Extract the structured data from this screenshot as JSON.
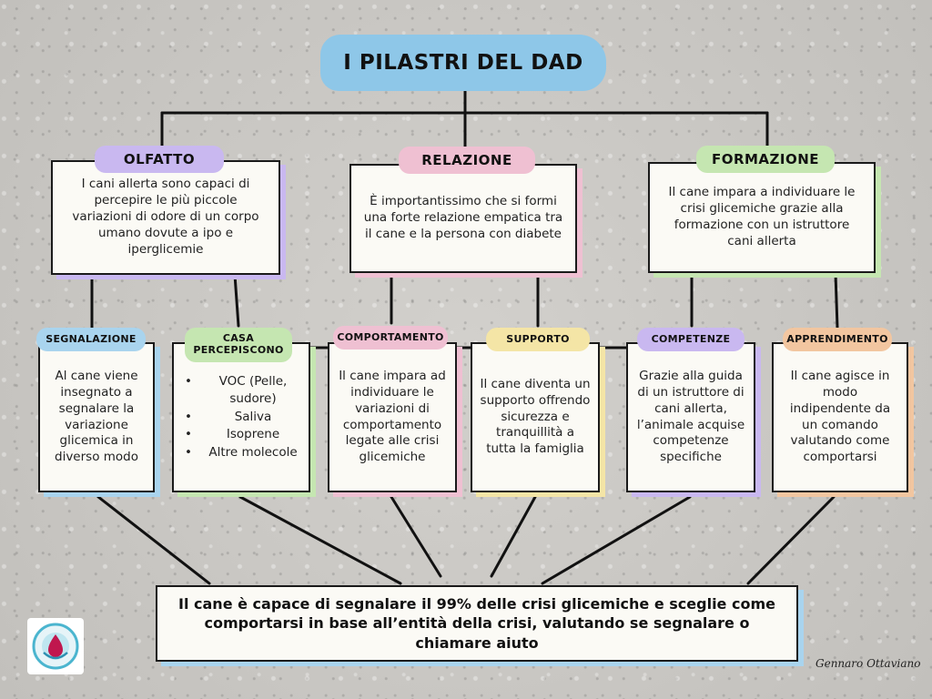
{
  "title": "I PILASTRI DEL DAD",
  "pillars": [
    {
      "label": "OLFATTO",
      "text": "I cani allerta sono capaci di percepire le più piccole variazioni di odore di un corpo umano dovute a ipo e iperglicemie",
      "color": "#c9b8f0"
    },
    {
      "label": "RELAZIONE",
      "text": "È importantissimo che si formi una forte relazione empatica tra il cane e la persona con diabete",
      "color": "#efc0d2"
    },
    {
      "label": "FORMAZIONE",
      "text": "Il cane impara a individuare le crisi glicemiche grazie alla formazione con un istruttore cani allerta",
      "color": "#c5e6b1"
    }
  ],
  "sub": [
    {
      "label": "SEGNALAZIONE",
      "text": "Al cane viene insegnato a segnalare la variazione glicemica in diverso modo",
      "color": "#a9d4ee"
    },
    {
      "label": "CASA PERCEPISCONO",
      "items": [
        "VOC (Pelle, sudore)",
        "Saliva",
        "Isoprene",
        "Altre molecole"
      ],
      "color": "#c5e6b1"
    },
    {
      "label": "COMPORTAMENTO",
      "text": "Il cane impara ad individuare le variazioni di comportamento legate alle crisi glicemiche",
      "color": "#efc0d2"
    },
    {
      "label": "SUPPORTO",
      "text": "Il cane diventa un supporto offrendo sicurezza e tranquillità a tutta la famiglia",
      "color": "#f4e5a6"
    },
    {
      "label": "COMPETENZE",
      "text": "Grazie alla guida di un istruttore di cani allerta, l’animale acquise competenze specifiche",
      "color": "#c9b8f0"
    },
    {
      "label": "APPRENDIMENTO",
      "text": "Il cane agisce in modo indipendente da un comando valutando come comportarsi",
      "color": "#f2c6a0"
    }
  ],
  "conclusion": "Il cane è capace di segnalare il 99% delle crisi glicemiche e sceglie come comportarsi in base all’entità della crisi, valutando se segnalare o chiamare aiuto",
  "signature": "Gennaro Ottaviano",
  "logo_icon": "association-logo-icon"
}
